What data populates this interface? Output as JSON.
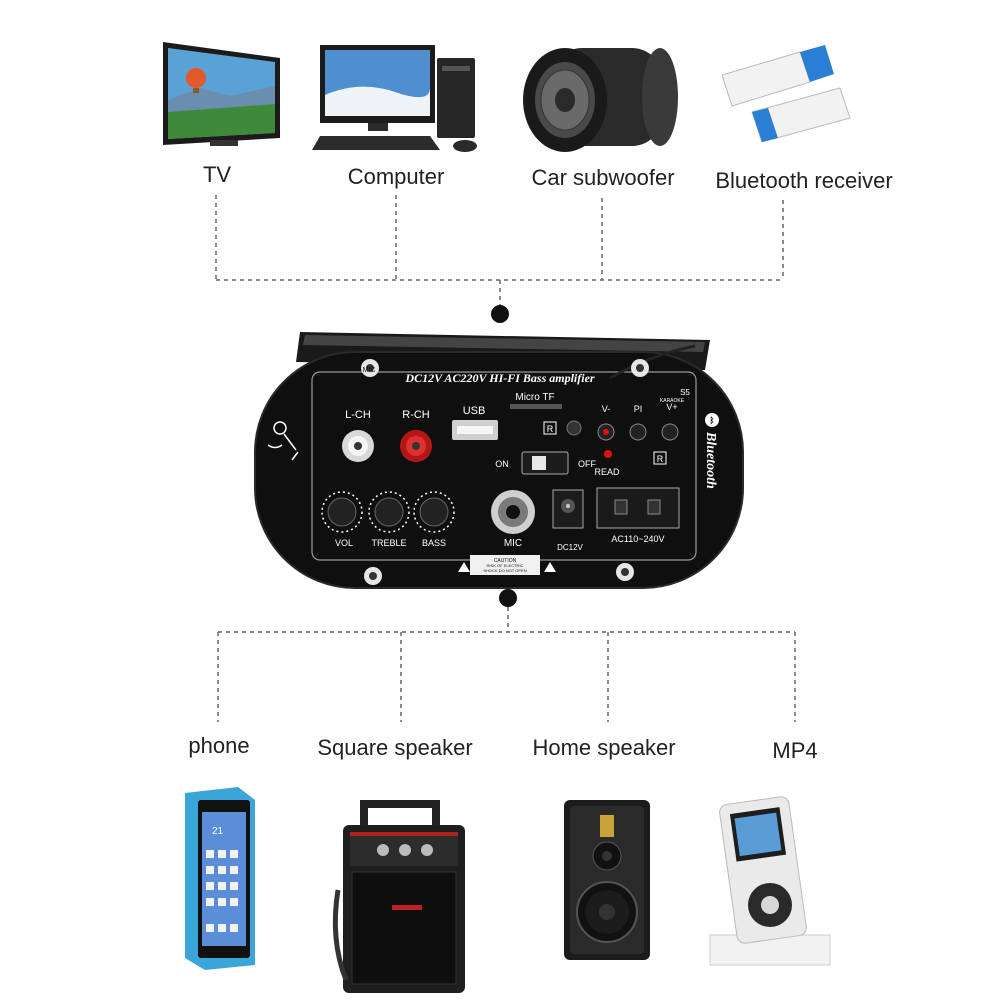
{
  "top_devices": [
    {
      "label": "TV",
      "icon": "tv-icon"
    },
    {
      "label": "Computer",
      "icon": "computer-icon"
    },
    {
      "label": "Car subwoofer",
      "icon": "car-subwoofer-icon"
    },
    {
      "label": "Bluetooth receiver",
      "icon": "bluetooth-receiver-icon"
    }
  ],
  "bottom_devices": [
    {
      "label": "phone",
      "icon": "phone-icon"
    },
    {
      "label": "Square speaker",
      "icon": "square-speaker-icon"
    },
    {
      "label": "Home speaker",
      "icon": "home-speaker-icon"
    },
    {
      "label": "MP4",
      "icon": "mp4-player-icon"
    }
  ],
  "amplifier": {
    "title": "DC12V AC220V HI-FI Bass amplifier",
    "mic_tag": "MIC",
    "lch": "L-CH",
    "rch": "R-CH",
    "usb": "USB",
    "micro_tf": "Micro TF",
    "r_badge": "R",
    "on": "ON",
    "off": "OFF",
    "read": "READ",
    "v_minus": "V-",
    "play": "PI",
    "v_plus": "V+",
    "s5": "S5",
    "karaoke": "KARAOKE",
    "bluetooth": "Bluetooth",
    "vol": "VOL",
    "treble": "TREBLE",
    "bass": "BASS",
    "mic": "MIC",
    "dc12v": "DC12V",
    "ac": "AC110~240V",
    "caution_1": "CAUTION",
    "caution_2": "RISK OF ELECTRIC",
    "caution_3": "SHOCK DO NOT OPEN"
  },
  "colors": {
    "amp_body": "#0f0f0f",
    "connector_line": "#666666",
    "rca_red": "#cc1b1b",
    "led_red": "#e01010"
  }
}
